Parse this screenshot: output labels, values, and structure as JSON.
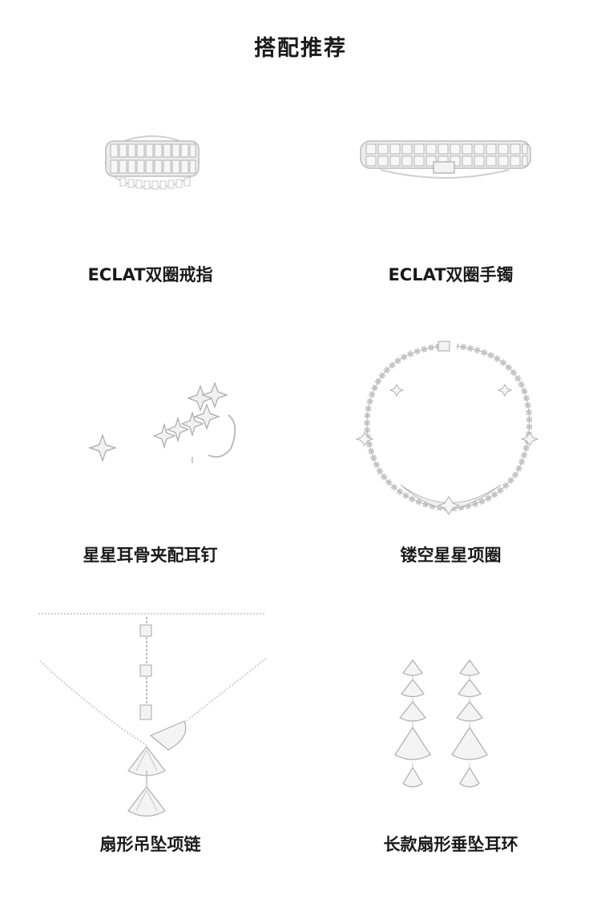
{
  "page": {
    "title": "搭配推荐"
  },
  "products": [
    {
      "name": "ECLAT双圈戒指",
      "icon": "ring-icon"
    },
    {
      "name": "ECLAT双圈手镯",
      "icon": "bracelet-icon"
    },
    {
      "name": "星星耳骨夹配耳钉",
      "icon": "star-ear-cuff-icon"
    },
    {
      "name": "镂空星星项圈",
      "icon": "necklace-icon"
    },
    {
      "name": "扇形吊坠项链",
      "icon": "fan-pendant-icon"
    },
    {
      "name": "长款扇形垂坠耳环",
      "icon": "fan-earrings-icon"
    }
  ],
  "colors": {
    "text": "#1a1a1a",
    "metal": "#c9c9c9",
    "metal_dark": "#9a9a9a",
    "background": "#ffffff"
  }
}
